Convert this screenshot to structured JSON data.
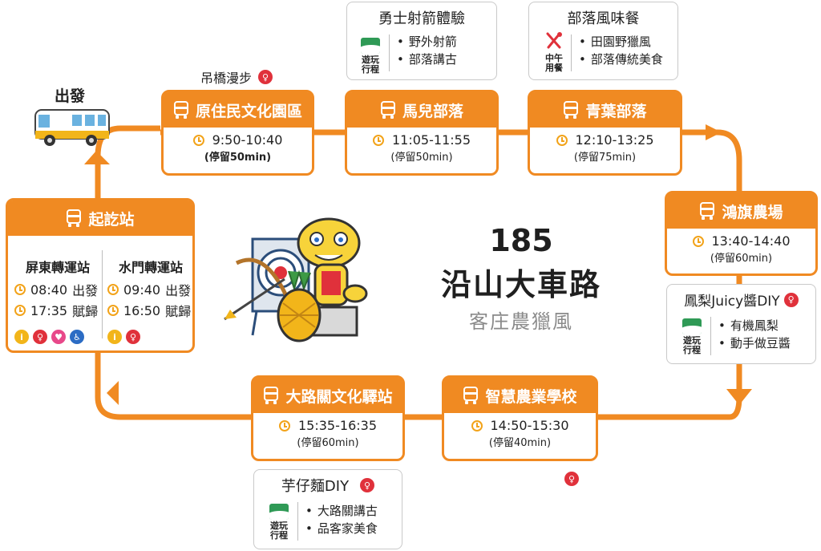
{
  "route": {
    "number": "185",
    "name": "沿山大車路",
    "subtitle": "客庄農獵風"
  },
  "depart_label": "出發",
  "start_station": {
    "title": "起訖站",
    "columns": [
      {
        "name": "屏東轉運站",
        "times": [
          {
            "time": "08:40",
            "label": "出發"
          },
          {
            "time": "17:35",
            "label": "賦歸"
          }
        ]
      },
      {
        "name": "水門轉運站",
        "times": [
          {
            "time": "09:40",
            "label": "出發"
          },
          {
            "time": "16:50",
            "label": "賦歸"
          }
        ]
      }
    ]
  },
  "stops": [
    {
      "name": "原住民文化園區",
      "time": "9:50-10:40",
      "stay": "(停留50min)"
    },
    {
      "name": "馬兒部落",
      "time": "11:05-11:55",
      "stay": "(停留50min)"
    },
    {
      "name": "青葉部落",
      "time": "12:10-13:25",
      "stay": "(停留75min)"
    },
    {
      "name": "鴻旗農場",
      "time": "13:40-14:40",
      "stay": "(停留60min)"
    },
    {
      "name": "智慧農業學校",
      "time": "14:50-15:30",
      "stay": "(停留40min)"
    },
    {
      "name": "大路關文化驛站",
      "time": "15:35-16:35",
      "stay": "(停留60min)"
    }
  ],
  "suspension_bridge_label": "吊橋漫步",
  "activities": [
    {
      "title": "勇士射箭體驗",
      "tag": [
        "遊玩",
        "行程"
      ],
      "items": [
        "野外射箭",
        "部落講古"
      ]
    },
    {
      "title": "部落風味餐",
      "tag": [
        "中午",
        "用餐"
      ],
      "items": [
        "田園野獵風",
        "部落傳統美食"
      ]
    },
    {
      "title": "鳳梨Juicy醬DIY",
      "tag": [
        "遊玩",
        "行程"
      ],
      "items": [
        "有機鳳梨",
        "動手做豆醬"
      ]
    },
    {
      "title": "芋仔麵DIY",
      "tag": [
        "遊玩",
        "行程"
      ],
      "items": [
        "大路關講古",
        "品客家美食"
      ]
    }
  ],
  "icons": {
    "restroom": "restroom-icon",
    "bus": "bus-icon",
    "clock": "clock-icon",
    "tourist_info": "tourist-info-icon",
    "nursing_room": "nursing-room-icon",
    "accessible": "accessible-icon",
    "arrow": "route-arrow-icon"
  },
  "colors": {
    "accent": "#f08a22",
    "route": "#f08a22",
    "tag_green": "#2f9a56"
  }
}
